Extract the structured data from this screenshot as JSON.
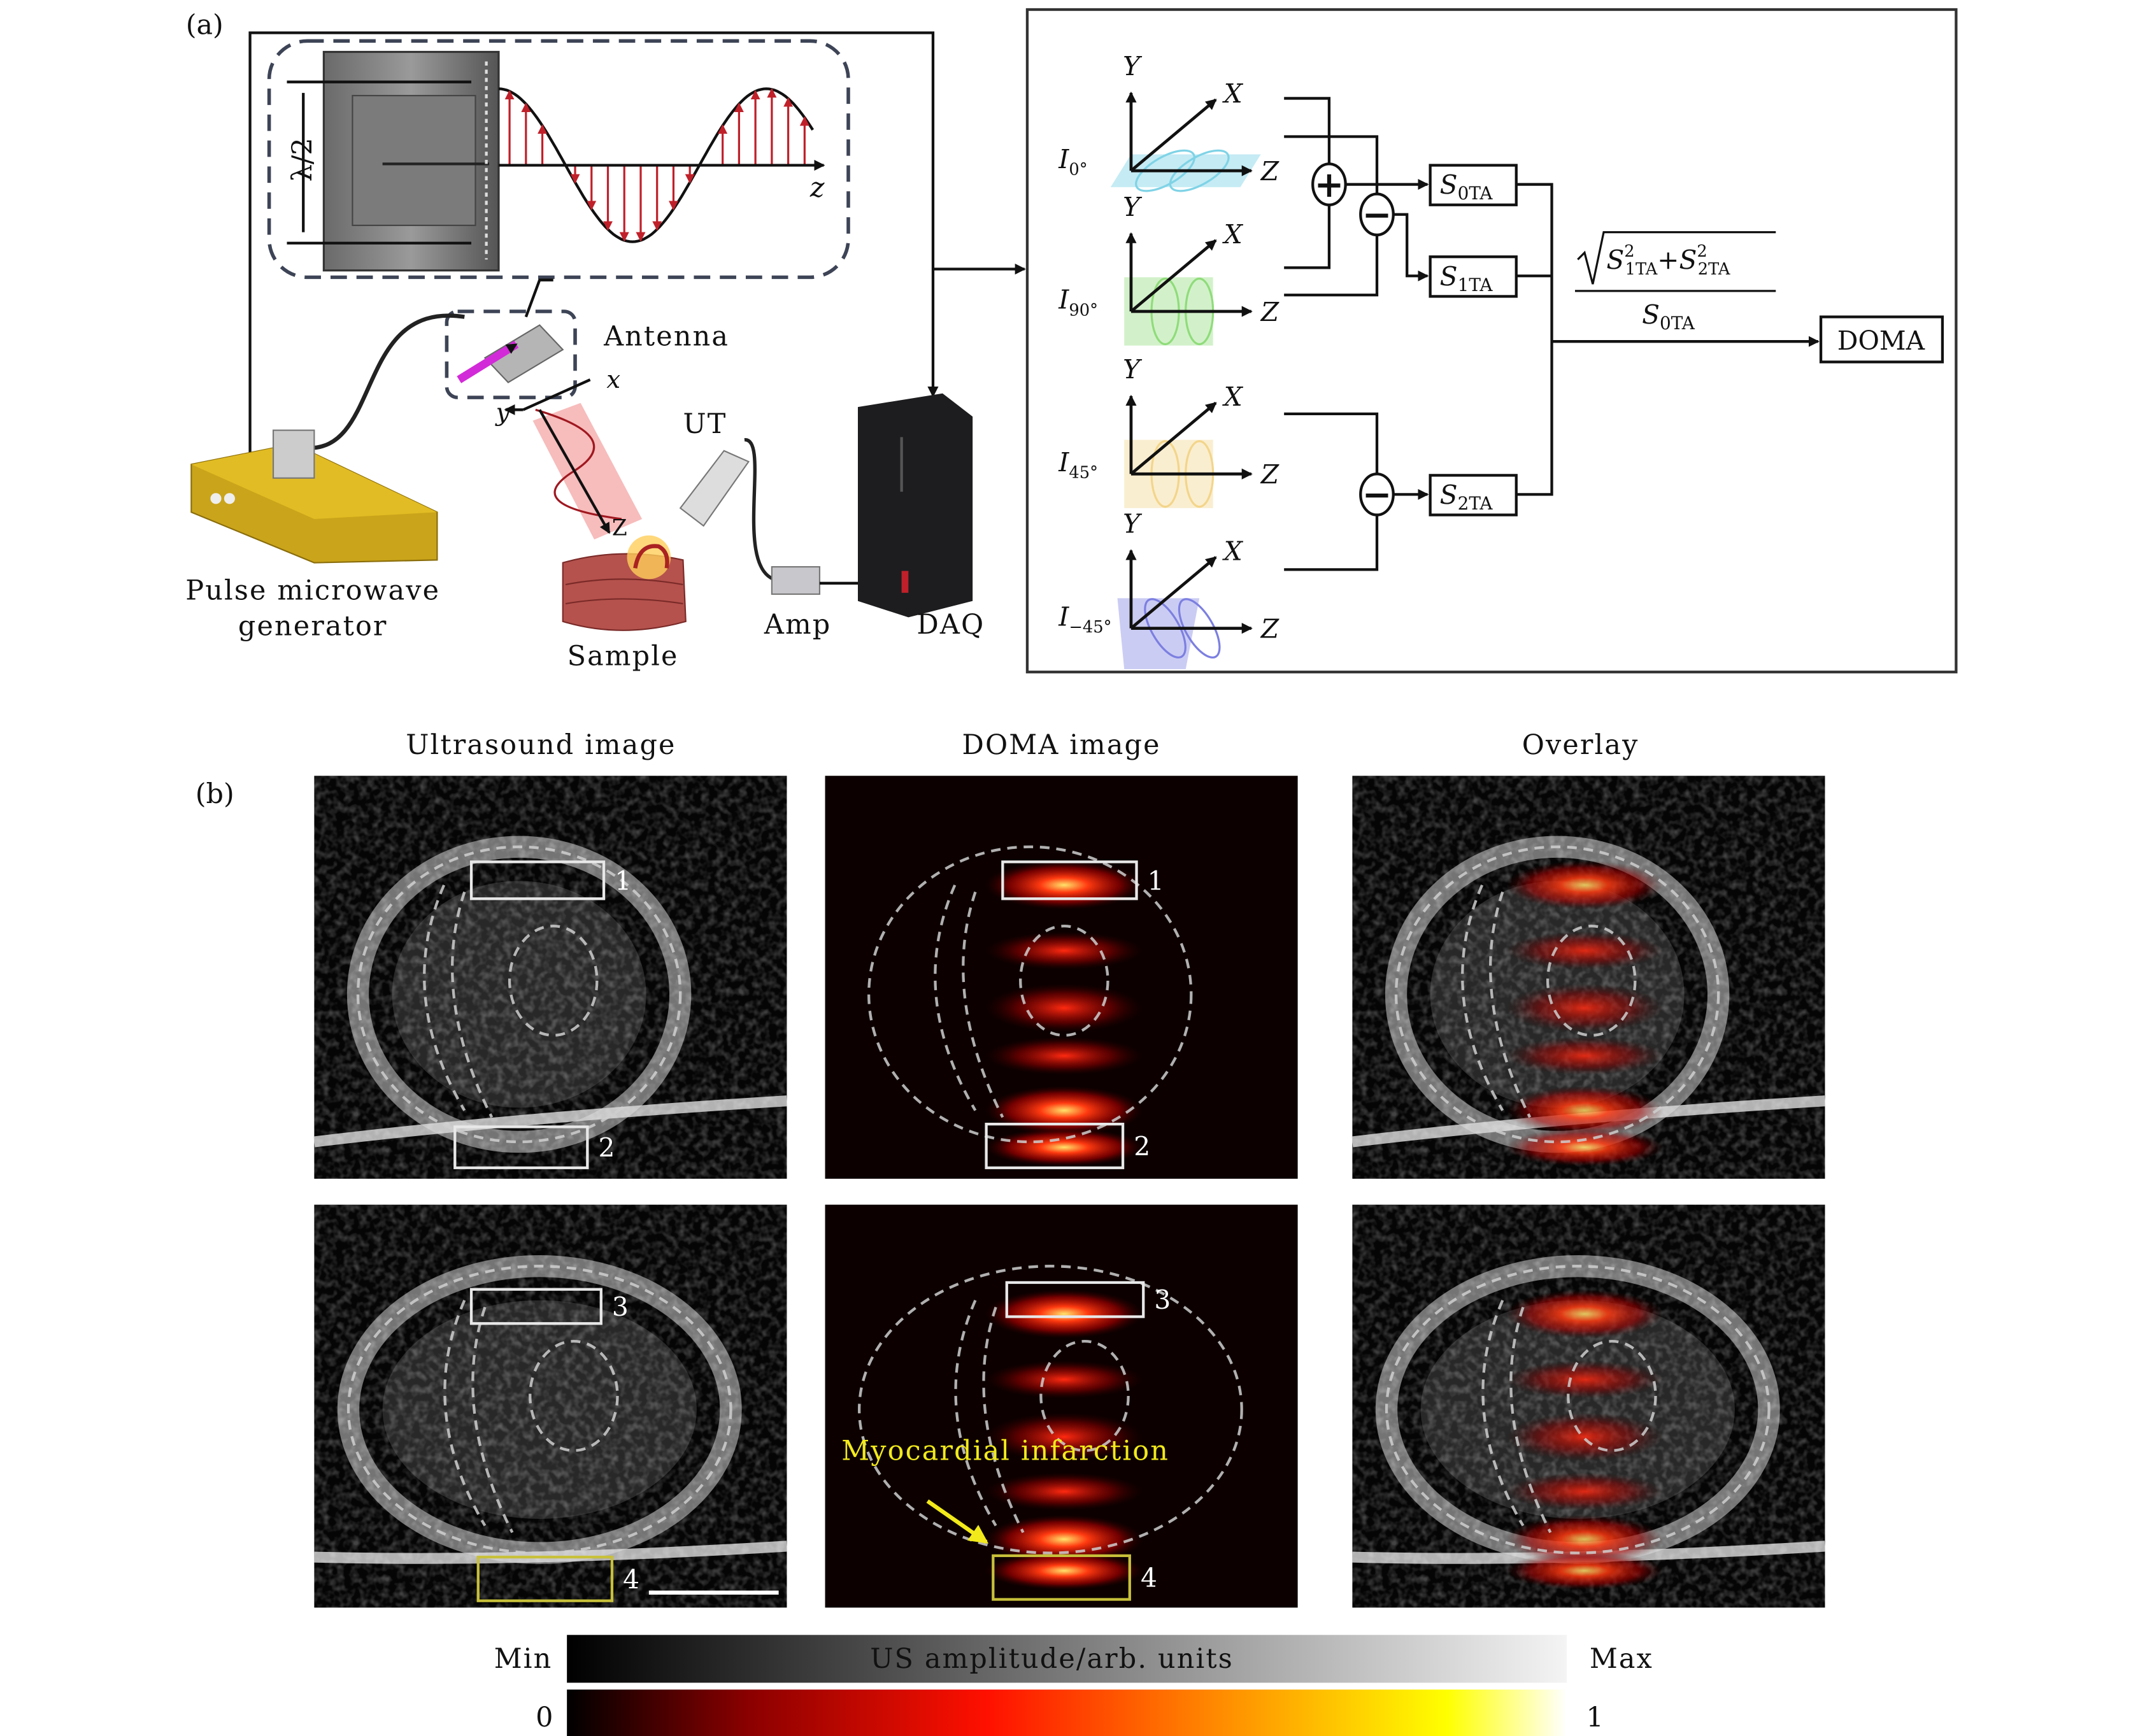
{
  "panel_a": {
    "label": "(a)",
    "lambda_label": "λ/2",
    "z_axis": "z",
    "antenna_label": "Antenna",
    "antenna_x": "x",
    "antenna_y": "y",
    "beam_z": "Z",
    "ut_label": "UT",
    "generator_label_line1": "Pulse microwave",
    "generator_label_line2": "generator",
    "sample_label": "Sample",
    "amp_label": "Amp",
    "daq_label": "DAQ"
  },
  "processing": {
    "axis_labels": {
      "y": "Y",
      "x": "X",
      "z": "Z"
    },
    "inputs": [
      {
        "main": "I",
        "sub": "0°",
        "color": "#7fd3e6"
      },
      {
        "main": "I",
        "sub": "90°",
        "color": "#8fdc7a"
      },
      {
        "main": "I",
        "sub": "45°",
        "color": "#f3d58a"
      },
      {
        "main": "I",
        "sub": "−45°",
        "color": "#7c7fe0"
      }
    ],
    "operators": {
      "plus": "+",
      "minus": "−"
    },
    "stokes": [
      {
        "main": "S",
        "sub": "0TA"
      },
      {
        "main": "S",
        "sub": "1TA"
      },
      {
        "main": "S",
        "sub": "2TA"
      }
    ],
    "formula": {
      "s1": "S",
      "s1_sup": "2",
      "s1_sub": "1TA",
      "plus": "+",
      "s2": "S",
      "s2_sup": "2",
      "s2_sub": "2TA",
      "den": "S",
      "den_sub": "0TA"
    },
    "output": "DOMA"
  },
  "panel_b": {
    "label": "(b)",
    "columns": [
      "Ultrasound image",
      "DOMA image",
      "Overlay"
    ],
    "roi_numbers": [
      "1",
      "2",
      "3",
      "4"
    ],
    "annotation": "Myocardial infarction",
    "annotation_color": "#f2ea1a"
  },
  "colorbars": {
    "us": {
      "title": "US amplitude/arb. units",
      "min": "Min",
      "max": "Max"
    },
    "doma": {
      "min": "0",
      "max": "1"
    }
  }
}
